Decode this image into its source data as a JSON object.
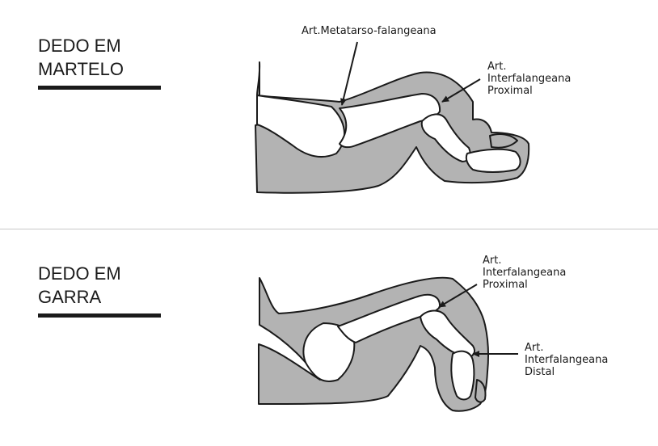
{
  "top_panel": {
    "title_line1": "DEDO EM",
    "title_line2": "MARTELO",
    "label_metatarso": "Art.Metatarso-falangeana",
    "label_ifp": [
      "Art.",
      "Interfalangeana",
      "Proximal"
    ]
  },
  "bottom_panel": {
    "title_line1": "DEDO EM",
    "title_line2": "GARRA",
    "label_ifp": [
      "Art.",
      "Interfalangeana",
      "Proximal"
    ],
    "label_ifd": [
      "Art.",
      "Interfalangeana",
      "Distal"
    ]
  },
  "colors": {
    "soft_tissue": "#b3b3b3",
    "bone": "#ffffff",
    "outline": "#1a1a1a",
    "divider": "#c8c8c8"
  }
}
